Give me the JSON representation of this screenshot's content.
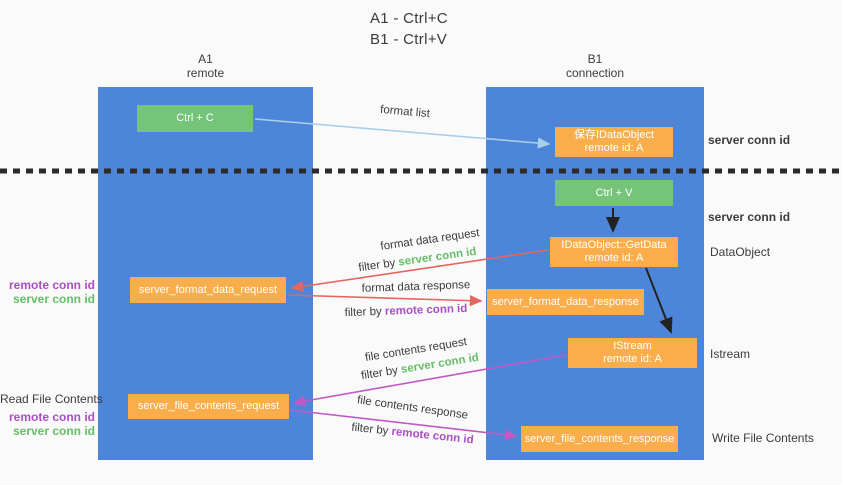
{
  "title": {
    "line1": "A1 - Ctrl+C",
    "line2": "B1 - Ctrl+V"
  },
  "lifelines": [
    {
      "name": "A1",
      "subtitle": "remote"
    },
    {
      "name": "B1",
      "subtitle": "connection"
    }
  ],
  "boxes": {
    "ctrl_c": {
      "label": "Ctrl + C"
    },
    "save_idataobject": {
      "line1": "保存IDataObject",
      "line2": "remote id: A"
    },
    "ctrl_v": {
      "label": "Ctrl + V"
    },
    "getdata": {
      "line1": "IDataObject::GetData",
      "line2": "remote id: A"
    },
    "format_request": {
      "label": "server_format_data_request"
    },
    "format_response": {
      "label": "server_format_data_response"
    },
    "istream": {
      "line1": "IStream",
      "line2": "remote id: A"
    },
    "file_request": {
      "label": "server_file_contents_request"
    },
    "file_response": {
      "label": "server_file_contents_response"
    }
  },
  "arrow_labels": {
    "format_list": "format list",
    "format_data_request": "format data request",
    "filter_by_1": "filter by ",
    "server_conn_id_1": "server conn id",
    "format_data_response": "format data response",
    "filter_by_2": "filter by ",
    "remote_conn_id_2": "remote conn id",
    "file_contents_request": "file contents request",
    "filter_by_3": "filter by ",
    "server_conn_id_3": "server conn id",
    "file_contents_response": "file contents response",
    "filter_by_4": "filter by ",
    "remote_conn_id_4": "remote conn id"
  },
  "side_labels": {
    "right_server_conn_id_top": "server conn id",
    "right_server_conn_id_mid": "server conn id",
    "right_dataobject": "DataObject",
    "right_istream": "Istream",
    "right_write_file": "Write File Contents",
    "left_remote_conn_id_1": "remote conn id",
    "left_server_conn_id_1": "server conn id",
    "left_read_file": "Read File Contents",
    "left_remote_conn_id_2": "remote conn id",
    "left_server_conn_id_2": "server conn id"
  },
  "colors": {
    "lifeline_blue": "#4d86d8",
    "box_green": "#76c47a",
    "box_orange": "#f9ae4b",
    "arrow_red": "#e8645f",
    "arrow_magenta": "#c159c5",
    "arrow_lightblue": "#a8cfec",
    "arrow_black": "#222222",
    "dotted_line": "#2b2b2b",
    "text_green": "#67bd68",
    "text_purple": "#a94fc2",
    "text_dark": "#3c3c3c",
    "background": "#fafafa"
  }
}
